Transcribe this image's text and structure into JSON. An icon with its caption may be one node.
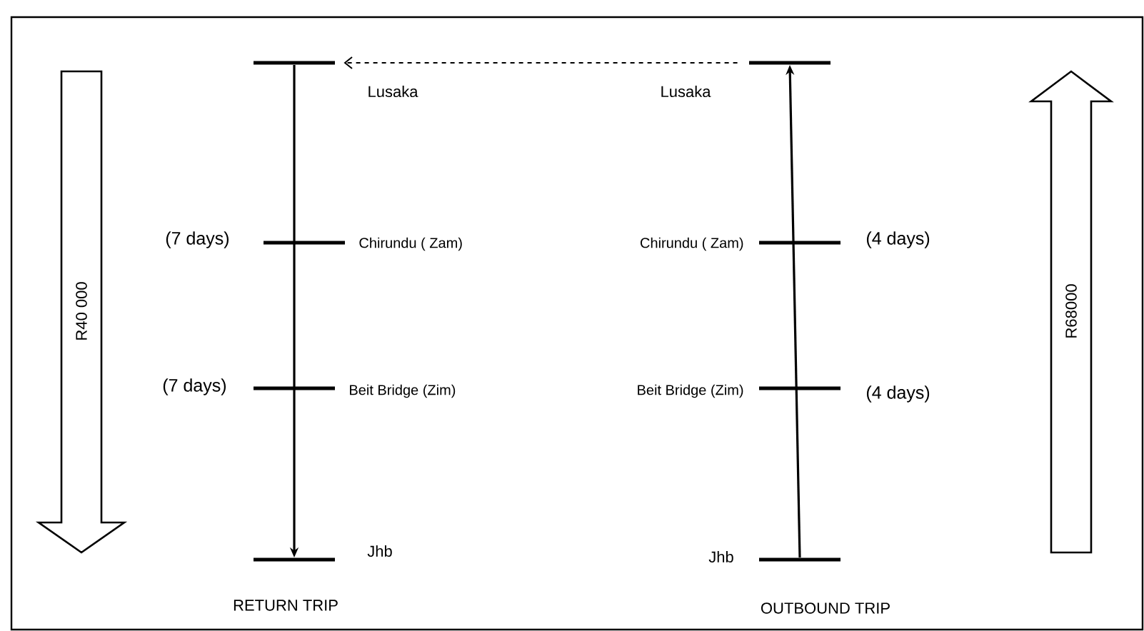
{
  "diagram": {
    "nodes": [
      {
        "text": [
          "Lusaka"
        ]
      },
      {
        "text": [
          "Chirundu ( Zam)"
        ],
        "beside": [
          "(7 days)"
        ]
      },
      {
        "text": [
          "Beit Bridge (Zim)"
        ],
        "beside": [
          "(7 days)"
        ]
      },
      {
        "text": [
          "Jhb"
        ]
      },
      {
        "text": [
          "Lusaka"
        ]
      },
      {
        "text": [
          "Chirundu ( Zam)"
        ],
        "beside": [
          "(4 days)"
        ]
      },
      {
        "text": [
          "Beit Bridge (Zim)"
        ],
        "beside": [
          "(4 days)"
        ]
      },
      {
        "text": [
          "Jhb"
        ]
      },
      {
        "text": [
          "R40 000"
        ]
      },
      {
        "text": [
          "R68000"
        ]
      }
    ],
    "edges": [
      {
        "from": 0,
        "to": 3,
        "arrow": "to"
      },
      {
        "from": 7,
        "to": 4,
        "arrow": "to"
      },
      {
        "from": 4,
        "to": 0,
        "arrow": "to",
        "style": "dashed"
      }
    ],
    "labels": [
      "RETURN TRIP",
      "OUTBOUND TRIP"
    ]
  }
}
